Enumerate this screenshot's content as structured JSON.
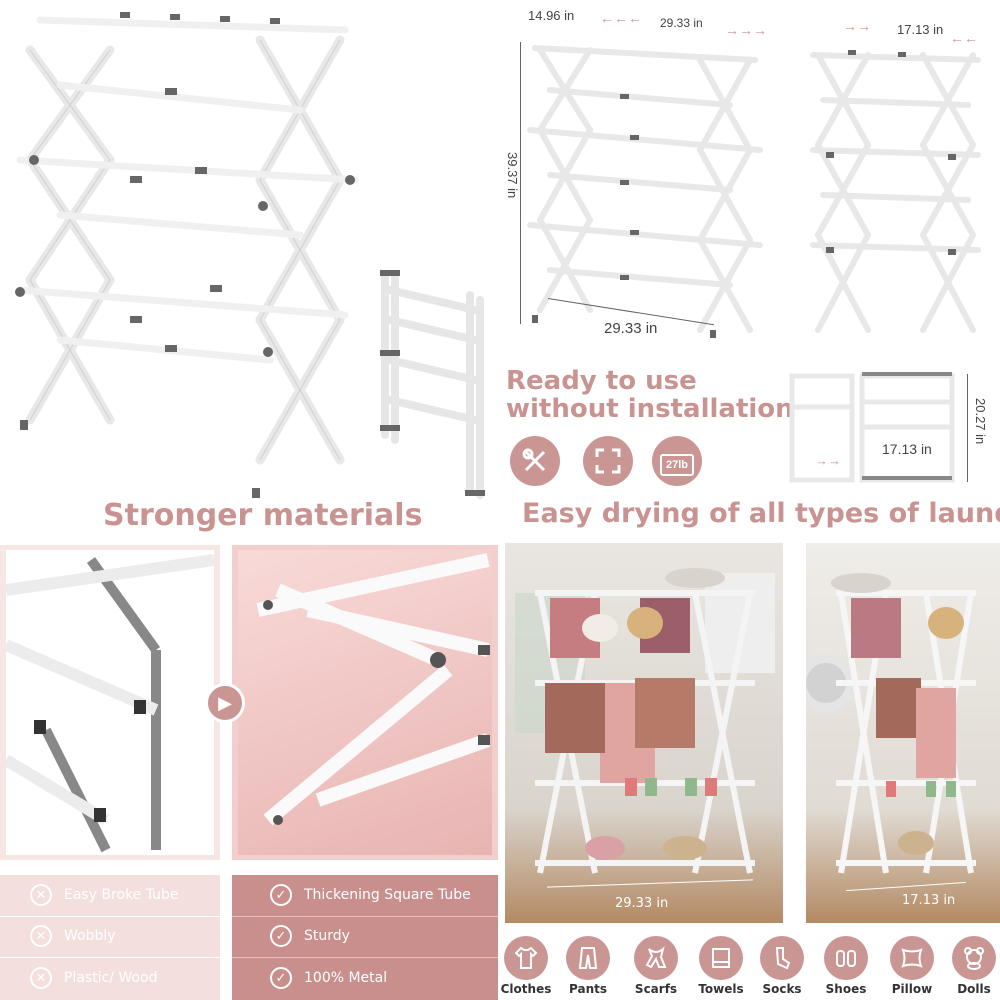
{
  "top_left": {
    "heading": "Stronger materials"
  },
  "top_right": {
    "dims_main": {
      "depth": "14.96",
      "width_top": "29.33",
      "height": "39.37",
      "width_bottom": "29.33",
      "unit": "in"
    },
    "dims_side": {
      "width_top": "17.13",
      "unit": "in"
    },
    "ready_line1": "Ready to use",
    "ready_line2": "without installation",
    "load_badge": "27lb",
    "folded": {
      "height": "20.27",
      "width": "17.13",
      "unit": "in"
    },
    "heading": "Easy drying of all types of laundry"
  },
  "comparison": {
    "bad": [
      "Easy Broke Tube",
      "Wobbly",
      "Plastic/ Wood"
    ],
    "good": [
      "Thickening Square Tube",
      "Sturdy",
      "100% Metal"
    ]
  },
  "photos": {
    "left_dim": "29.33 in",
    "right_dim": "17.13 in"
  },
  "laundry_types": [
    "Clothes",
    "Pants",
    "Scarfs",
    "Towels",
    "Socks",
    "Shoes",
    "Pillow",
    "Dolls"
  ],
  "colors": {
    "accent": "#c99694",
    "heading": "#c89390",
    "bad_panel": "#f3dfdc",
    "good_panel": "#c98f8d",
    "pink_bg": "#f2cfcd"
  }
}
